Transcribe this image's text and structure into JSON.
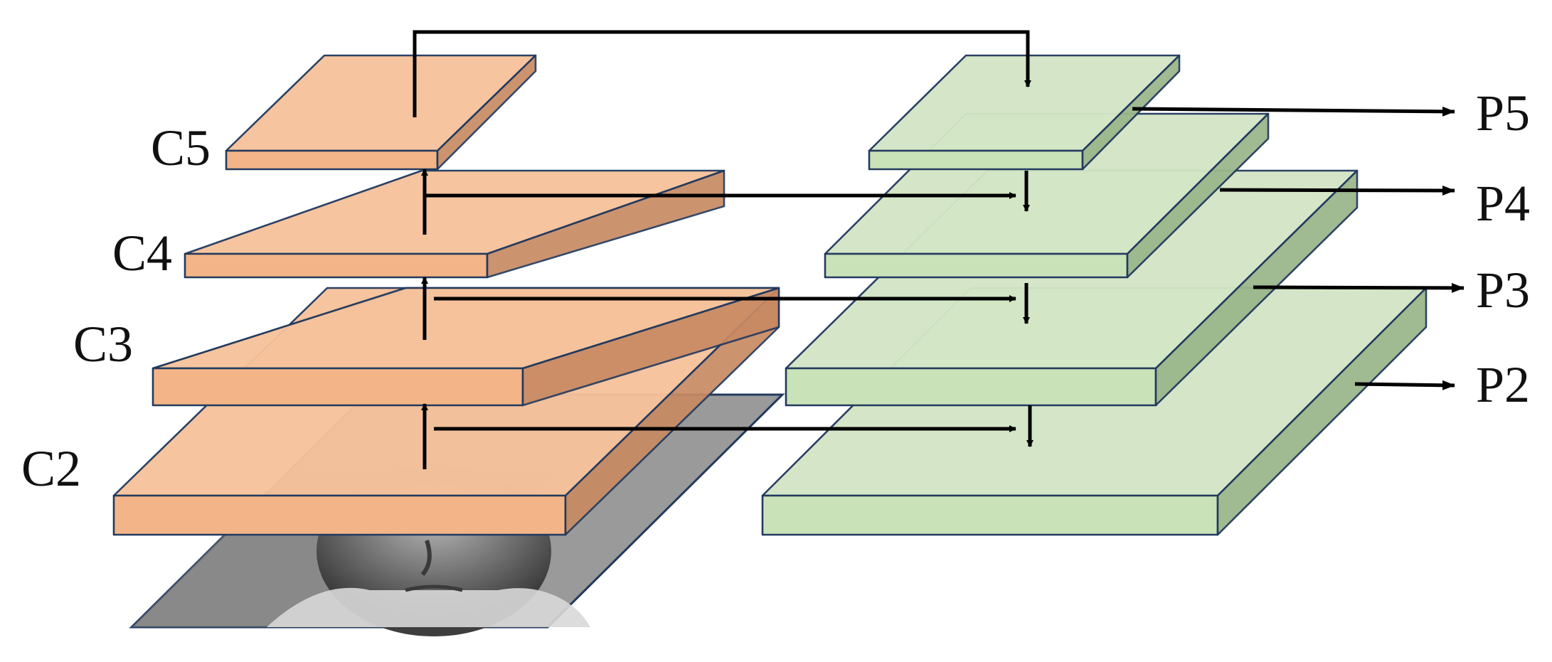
{
  "bottom_up": {
    "labels": [
      "C2",
      "C3",
      "C4",
      "C5"
    ]
  },
  "top_down": {
    "labels": [
      "P2",
      "P3",
      "P4",
      "P5"
    ]
  },
  "colors": {
    "bottom_up_top": "#f6c29b",
    "bottom_up_front": "#f3b587",
    "bottom_up_side": "#c88a63",
    "top_down_top": "#d3e6c5",
    "top_down_front": "#c9e2b8",
    "top_down_side": "#9bb78c",
    "edge": "#233a5e",
    "arrow": "#000000",
    "photo": "#8a8a8a"
  },
  "input_image": "grayscale face photo"
}
